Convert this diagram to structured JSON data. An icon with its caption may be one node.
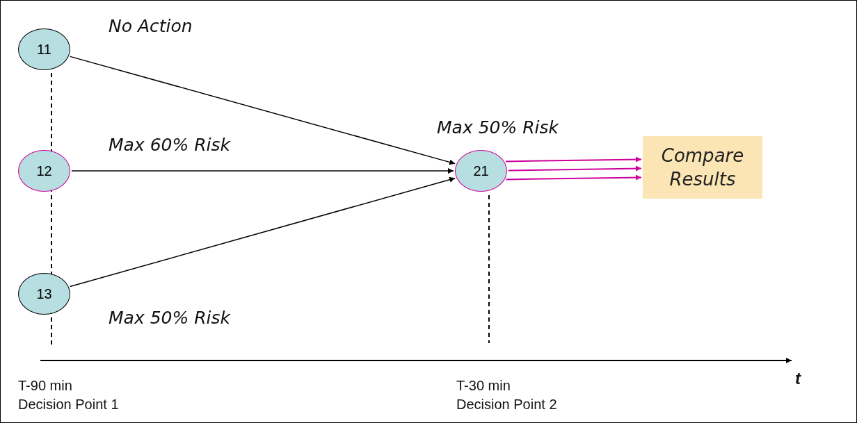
{
  "diagram": {
    "nodes": [
      {
        "text": [
          "11"
        ]
      },
      {
        "text": [
          "12"
        ]
      },
      {
        "text": [
          "13"
        ]
      },
      {
        "text": [
          "21"
        ],
        "beside": [
          "Max 50% Risk"
        ]
      },
      {
        "text": [
          "Compare Results"
        ]
      }
    ],
    "edges": [
      {
        "from": 0,
        "to": 3,
        "arrow": "to",
        "label": "No Action"
      },
      {
        "from": 1,
        "to": 3,
        "arrow": "to",
        "label": "Max 60% Risk"
      },
      {
        "from": 2,
        "to": 3,
        "arrow": "to",
        "label": "Max 50% Risk"
      },
      {
        "from": 3,
        "to": 4,
        "arrow": "to",
        "color": "#cc0099"
      },
      {
        "from": 3,
        "to": 4,
        "arrow": "to",
        "color": "#cc0099"
      },
      {
        "from": 3,
        "to": 4,
        "arrow": "to",
        "color": "#cc0099"
      }
    ],
    "labels": [
      "T-90 min",
      "Decision Point 1",
      "T-30 min",
      "Decision Point 2",
      "t"
    ]
  }
}
